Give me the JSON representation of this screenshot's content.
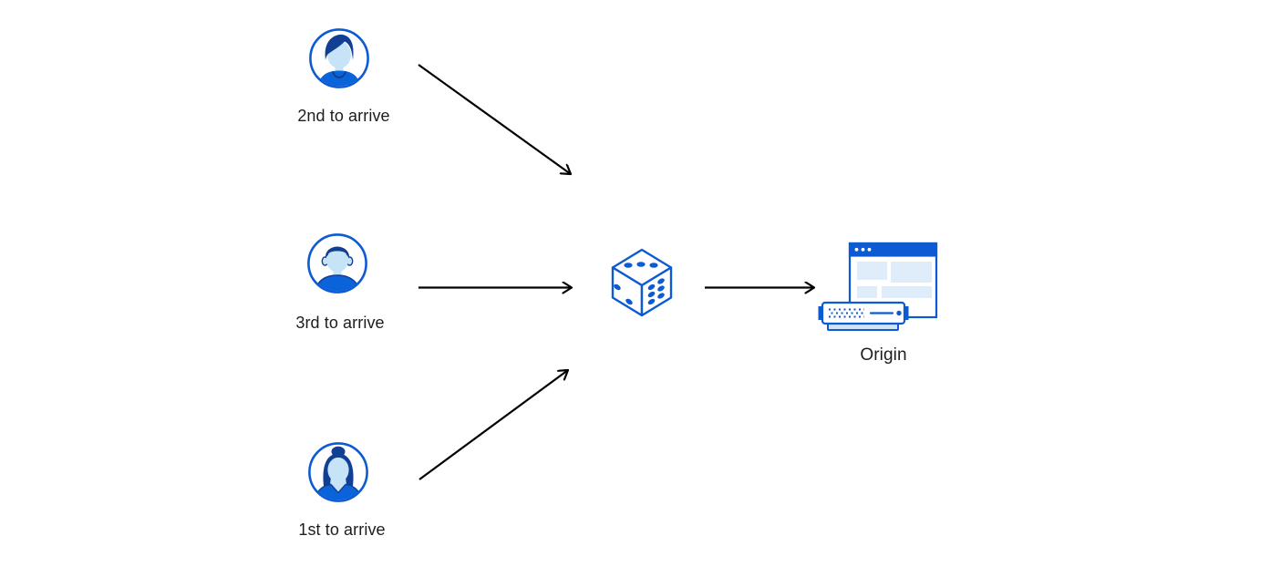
{
  "diagram": {
    "users": [
      {
        "id": "second",
        "label": "2nd to arrive",
        "avatar": "man-swept-hair"
      },
      {
        "id": "third",
        "label": "3rd to arrive",
        "avatar": "man-flat-hair"
      },
      {
        "id": "first",
        "label": "1st to arrive",
        "avatar": "woman-bun-hair"
      }
    ],
    "center_icon": "dice",
    "dice_faces": {
      "top_pips": 3,
      "left_pips": 2,
      "right_pips": 6
    },
    "origin": {
      "label": "Origin",
      "icon": "browser-window-with-server"
    },
    "connections": [
      {
        "from": "user-second",
        "to": "dice"
      },
      {
        "from": "user-third",
        "to": "dice"
      },
      {
        "from": "user-first",
        "to": "dice"
      },
      {
        "from": "dice",
        "to": "origin"
      }
    ],
    "colors": {
      "primary_blue": "#0d5bd3",
      "navy": "#113f93",
      "face_light_blue": "#c6e3f7",
      "panel_light_blue": "#dfecf9",
      "server_base_blue": "#cfe4f7",
      "arrow": "#000000",
      "text": "#1d1d1f",
      "background": "#ffffff"
    }
  }
}
